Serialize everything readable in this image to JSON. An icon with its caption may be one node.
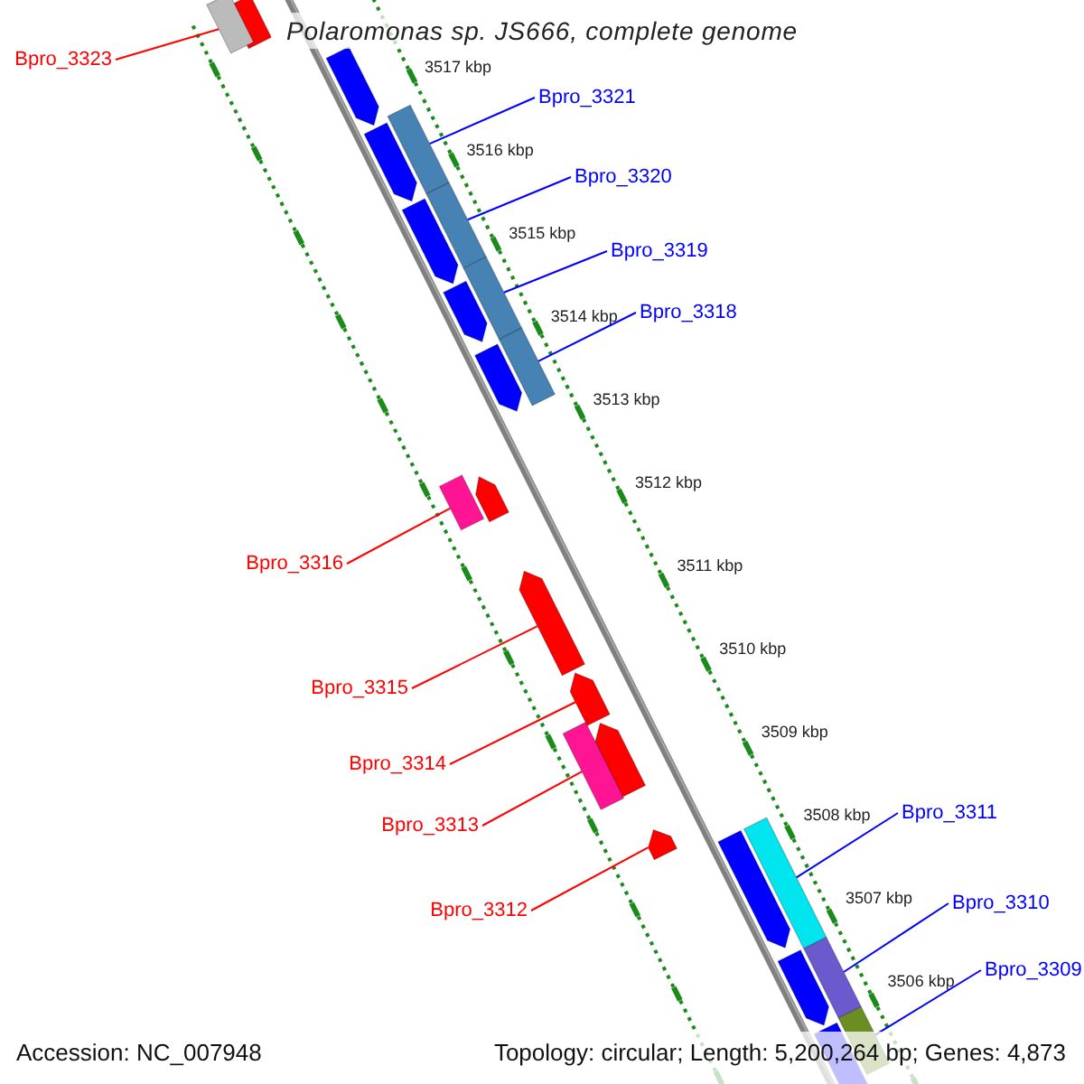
{
  "diagram": {
    "title": "Polaromonas sp. JS666, complete genome",
    "nodes": [
      {
        "text": [
          "Bpro_3323"
        ]
      },
      {
        "text": [
          "Bpro_3321"
        ]
      },
      {
        "text": [
          "Bpro_3320"
        ]
      },
      {
        "text": [
          "Bpro_3319"
        ]
      },
      {
        "text": [
          "Bpro_3318"
        ]
      },
      {
        "text": [
          "Bpro_3316"
        ]
      },
      {
        "text": [
          "Bpro_3315"
        ]
      },
      {
        "text": [
          "Bpro_3314"
        ]
      },
      {
        "text": [
          "Bpro_3311"
        ]
      },
      {
        "text": [
          "Bpro_3313"
        ]
      },
      {
        "text": [
          "Bpro_3310"
        ]
      },
      {
        "text": [
          "Bpro_3312"
        ]
      },
      {
        "text": [
          "Bpro_3309"
        ]
      },
      {
        "text": [],
        "shape": "bar"
      },
      {
        "text": [],
        "shape": "bar"
      },
      {
        "text": [],
        "shape": "bar"
      },
      {
        "text": [],
        "shape": "bar"
      },
      {
        "text": [],
        "shape": "bar"
      },
      {
        "text": [],
        "shape": "bar"
      },
      {
        "text": [],
        "shape": "bar"
      },
      {
        "text": [],
        "shape": "bar"
      },
      {
        "text": [],
        "shape": "bar"
      },
      {
        "text": [],
        "shape": "bar"
      },
      {
        "text": [],
        "shape": "bar"
      },
      {
        "text": [],
        "shape": "bar"
      },
      {
        "text": [],
        "shape": "bar"
      }
    ],
    "edges": [
      {
        "from": 0,
        "to": 13,
        "arrow": "none",
        "color": "#ff0000"
      },
      {
        "from": 1,
        "to": 14,
        "arrow": "none"
      },
      {
        "from": 2,
        "to": 15,
        "arrow": "none"
      },
      {
        "from": 3,
        "to": 16,
        "arrow": "none"
      },
      {
        "from": 4,
        "to": 17,
        "arrow": "none"
      },
      {
        "from": 5,
        "to": 18,
        "arrow": "none",
        "color": "#ff0000"
      },
      {
        "from": 6,
        "to": 19,
        "arrow": "none",
        "color": "#ff0000"
      },
      {
        "from": 7,
        "to": 20,
        "arrow": "none",
        "color": "#ff0000"
      },
      {
        "from": 8,
        "to": 23,
        "arrow": "none"
      },
      {
        "from": 9,
        "to": 21,
        "arrow": "none",
        "color": "#ff0000"
      },
      {
        "from": 10,
        "to": 24,
        "arrow": "none"
      },
      {
        "from": 11,
        "to": 22,
        "arrow": "none",
        "color": "#ff0000"
      },
      {
        "from": 12,
        "to": 25,
        "arrow": "none"
      }
    ],
    "labels": [
      "3517 kbp",
      "3516 kbp",
      "3515 kbp",
      "3514 kbp",
      "3513 kbp",
      "3512 kbp",
      "3511 kbp",
      "3510 kbp",
      "3509 kbp",
      "3508 kbp",
      "3507 kbp",
      "3506 kbp",
      "Accession: NC_007948",
      "Topology: circular; Length: 5,200,264 bp; Genes: 4,873"
    ]
  }
}
